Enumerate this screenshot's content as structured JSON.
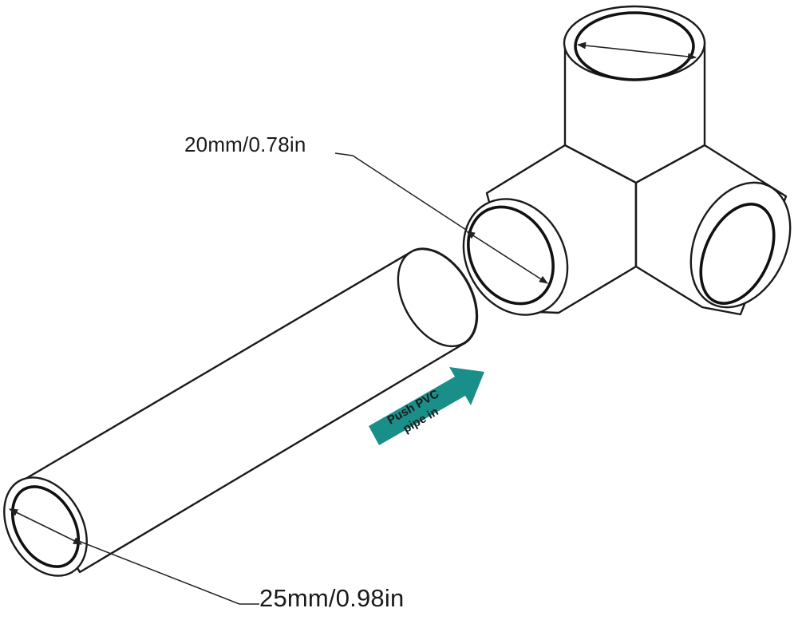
{
  "dimensions": {
    "connector_socket": "20mm/0.78in",
    "pipe_diameter": "25mm/0.98in"
  },
  "instruction": {
    "line1": "Push PVC",
    "line2": "pipe in"
  },
  "colors": {
    "arrow": "#1a8f8a",
    "line": "#1a1a1a",
    "background": "#ffffff"
  },
  "icons": {
    "arrow": "arrow-right-icon"
  }
}
